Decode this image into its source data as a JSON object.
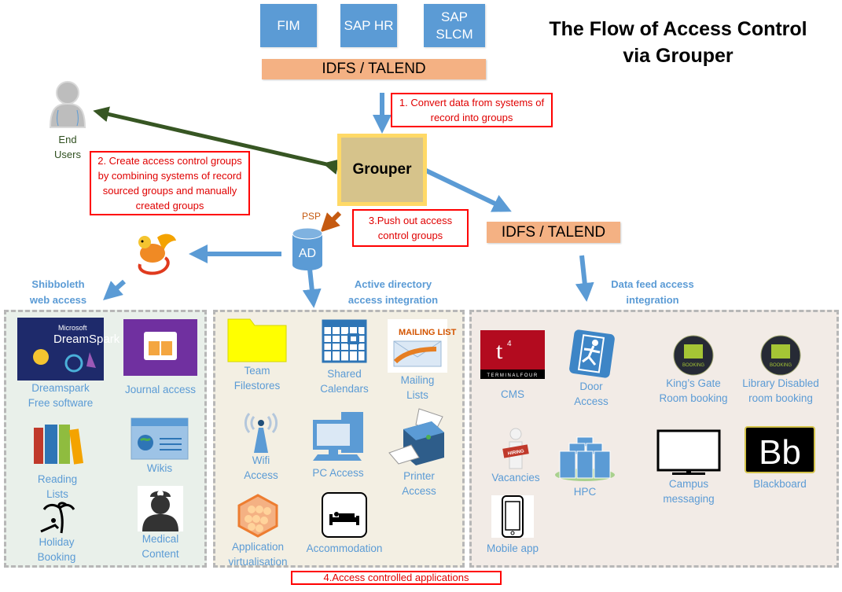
{
  "title": {
    "line1": "The Flow of Access Control",
    "line2": "via Grouper"
  },
  "sources": [
    {
      "label": "FIM"
    },
    {
      "label": "SAP HR"
    },
    {
      "label": "SAP SLCM"
    }
  ],
  "idfs_top": {
    "label": "IDFS / TALEND"
  },
  "idfs_right": {
    "label": "IDFS / TALEND"
  },
  "grouper": {
    "label": "Grouper"
  },
  "end_users": {
    "label_line1": "End",
    "label_line2": "Users"
  },
  "notes": {
    "step1": "1. Convert data from systems of record into groups",
    "step2": "2. Create access control groups by combining systems of record sourced groups and manually created groups",
    "step3": "3.Push out access control groups",
    "step4": "4.Access controlled applications"
  },
  "psp": {
    "label": "PSP"
  },
  "ad": {
    "label": "AD"
  },
  "colors": {
    "blue": "#5b9bd5",
    "orange": "#f4b183",
    "green_arrow": "#375623",
    "psp_arrow": "#c55a11",
    "note_red": "#ff0000",
    "grouper_fill": "#d6c38b",
    "grouper_border": "#ffd966"
  },
  "sections": {
    "shibboleth": {
      "title_line1": "Shibboleth",
      "title_line2": "web access",
      "apps": [
        {
          "icon": "dreamspark-icon",
          "label": "Dreamspark Free software"
        },
        {
          "icon": "journal-icon",
          "label": "Journal access"
        },
        {
          "icon": "books-icon",
          "label": "Reading Lists"
        },
        {
          "icon": "wiki-browser-icon",
          "label": "Wikis"
        },
        {
          "icon": "beach-holiday-icon",
          "label": "Holiday Booking"
        },
        {
          "icon": "doctor-icon",
          "label": "Medical Content"
        }
      ]
    },
    "active_directory": {
      "title_line1": "Active directory",
      "title_line2": "access integration",
      "apps": [
        {
          "icon": "folder-icon",
          "label": "Team Filestores"
        },
        {
          "icon": "calendar-icon",
          "label": "Shared Calendars"
        },
        {
          "icon": "mailing-list-icon",
          "label": "Mailing Lists",
          "icon_text": "MAILING LIST"
        },
        {
          "icon": "wifi-tower-icon",
          "label": "Wifi Access"
        },
        {
          "icon": "desktop-pc-icon",
          "label": "PC Access"
        },
        {
          "icon": "printer-icon",
          "label": "Printer Access"
        },
        {
          "icon": "app-virtualisation-icon",
          "label": "Application virtualisation"
        },
        {
          "icon": "bed-icon",
          "label": "Accommodation"
        }
      ]
    },
    "data_feed": {
      "title_line1": "Data feed access",
      "title_line2": "integration",
      "apps": [
        {
          "icon": "terminalfour-icon",
          "label": "CMS",
          "icon_text": "TERMINALFOUR"
        },
        {
          "icon": "door-exit-icon",
          "label": "Door Access"
        },
        {
          "icon": "booking-calendar-icon",
          "label": "King’s Gate Room booking",
          "icon_text": "BOOKING"
        },
        {
          "icon": "booking-calendar-icon",
          "label": "Library Disabled room booking",
          "icon_text": "BOOKING"
        },
        {
          "icon": "hiring-icon",
          "label": "Vacancies",
          "icon_text": "HIRING"
        },
        {
          "icon": "server-cluster-icon",
          "label": "HPC"
        },
        {
          "icon": "monitor-icon",
          "label": "Campus messaging"
        },
        {
          "icon": "blackboard-icon",
          "label": "Blackboard",
          "icon_text": "Bb"
        },
        {
          "icon": "smartphone-icon",
          "label": "Mobile app"
        }
      ]
    }
  }
}
